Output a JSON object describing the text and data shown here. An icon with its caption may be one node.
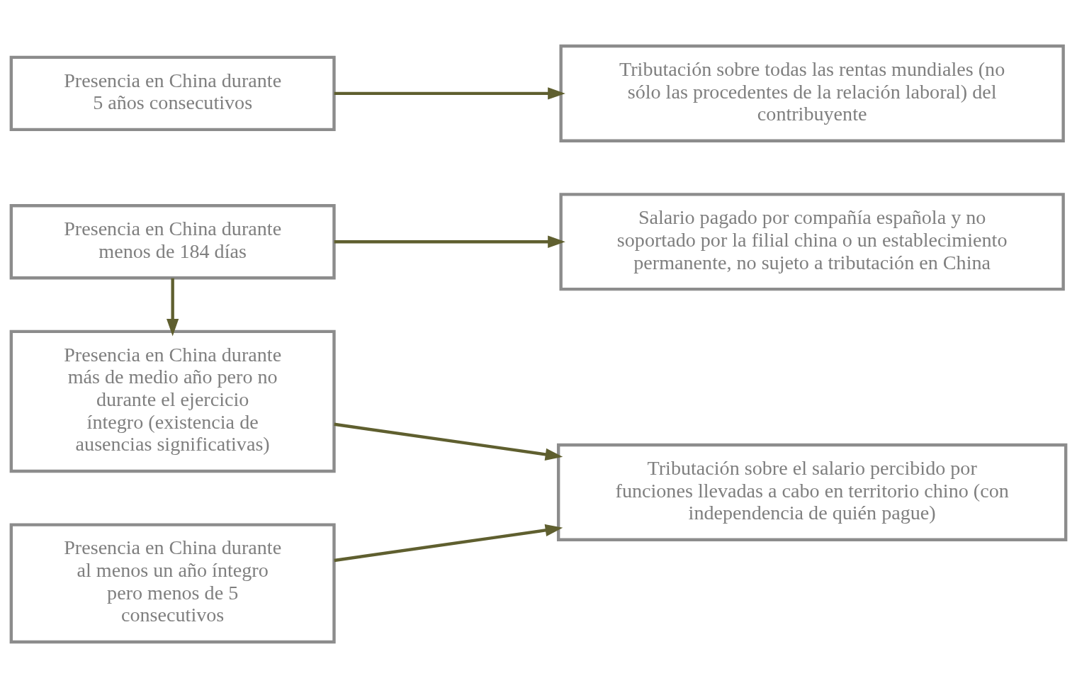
{
  "diagram": {
    "nodes": [
      {
        "text": [
          "Presencia en China durante menos de 184 días"
        ]
      },
      {
        "text": [
          "Salario pagado por compañía española y no soportado por la filial china o un establecimiento permanente, no sujeto a tributación en China"
        ]
      },
      {
        "text": [
          "Presencia en China durante más de medio año pero no durante el ejercicio íntegro (existencia de ausencias significativas)"
        ]
      },
      {
        "text": [
          "Tributación sobre el salario percibido por funciones llevadas a cabo en territorio chino (con independencia de quién pague)"
        ]
      },
      {
        "text": [
          "Presencia en China durante al menos un año íntegro pero menos de 5 consecutivos"
        ]
      },
      {
        "text": [
          "Presencia en China durante 5 años consecutivos"
        ]
      },
      {
        "text": [
          "Tributación sobre todas las rentas mundiales (no sólo las procedentes de la relación laboral) del contribuyente"
        ]
      }
    ],
    "edges": [
      {
        "from": 0,
        "to": 1,
        "arrow": "to"
      },
      {
        "from": 0,
        "to": 2,
        "arrow": "to"
      },
      {
        "from": 2,
        "to": 3,
        "arrow": "to"
      },
      {
        "from": 4,
        "to": 3,
        "arrow": "to"
      },
      {
        "from": 5,
        "to": 6,
        "arrow": "to"
      }
    ]
  }
}
